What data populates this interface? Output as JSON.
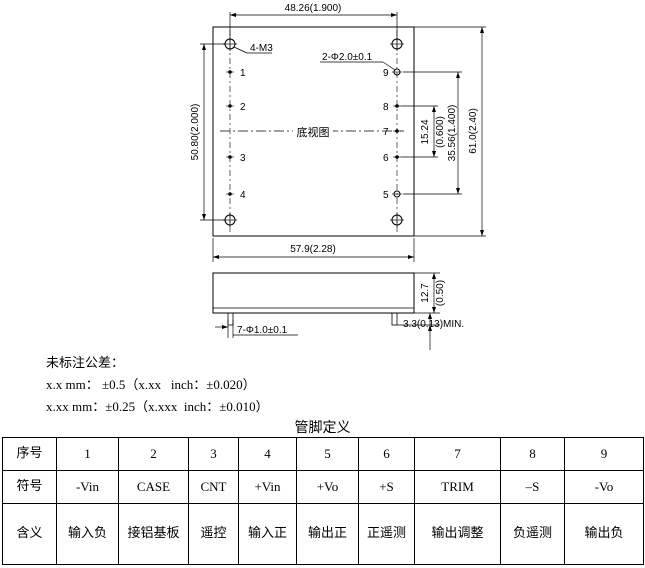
{
  "drawing": {
    "dims": {
      "top_width": "48.26(1.900)",
      "mount_holes": "4-M3",
      "pin_dia_top": "2-Φ2.0±0.1",
      "left_height": "50.80(2.000)",
      "pitch": "15.24",
      "pitch_in": "(0.600)",
      "span": "35.56(1.400)",
      "overall_height": "61.0(2.40)",
      "overall_width": "57.9(2.28)",
      "thickness": "12.7",
      "thickness_in": "(0.50)",
      "pin_length": "3.3(0.13)MIN.",
      "pin_dia_bottom": "7-Φ1.0±0.1"
    },
    "view_label": "底视图",
    "pins_left": [
      "1",
      "2",
      "3",
      "4"
    ],
    "pins_right": [
      "9",
      "8",
      "7",
      "6",
      "5"
    ]
  },
  "tolerance": {
    "title": "未标注公差：",
    "line1": "x.x mm： ±0.5（x.xx   inch：±0.020）",
    "line2": "x.xx mm：±0.25（x.xxx  inch：±0.010）"
  },
  "table": {
    "title": "管脚定义",
    "rows": [
      {
        "header": "序号",
        "cells": [
          "1",
          "2",
          "3",
          "4",
          "5",
          "6",
          "7",
          "8",
          "9"
        ]
      },
      {
        "header": "符号",
        "cells": [
          "-Vin",
          "CASE",
          "CNT",
          "+Vin",
          "+Vo",
          "+S",
          "TRIM",
          "–S",
          "-Vo"
        ]
      },
      {
        "header": "含义",
        "cells": [
          "输入负",
          "接铝基板",
          "遥控",
          "输入正",
          "输出正",
          "正遥测",
          "输出调整",
          "负遥测",
          "输出负"
        ]
      }
    ]
  }
}
